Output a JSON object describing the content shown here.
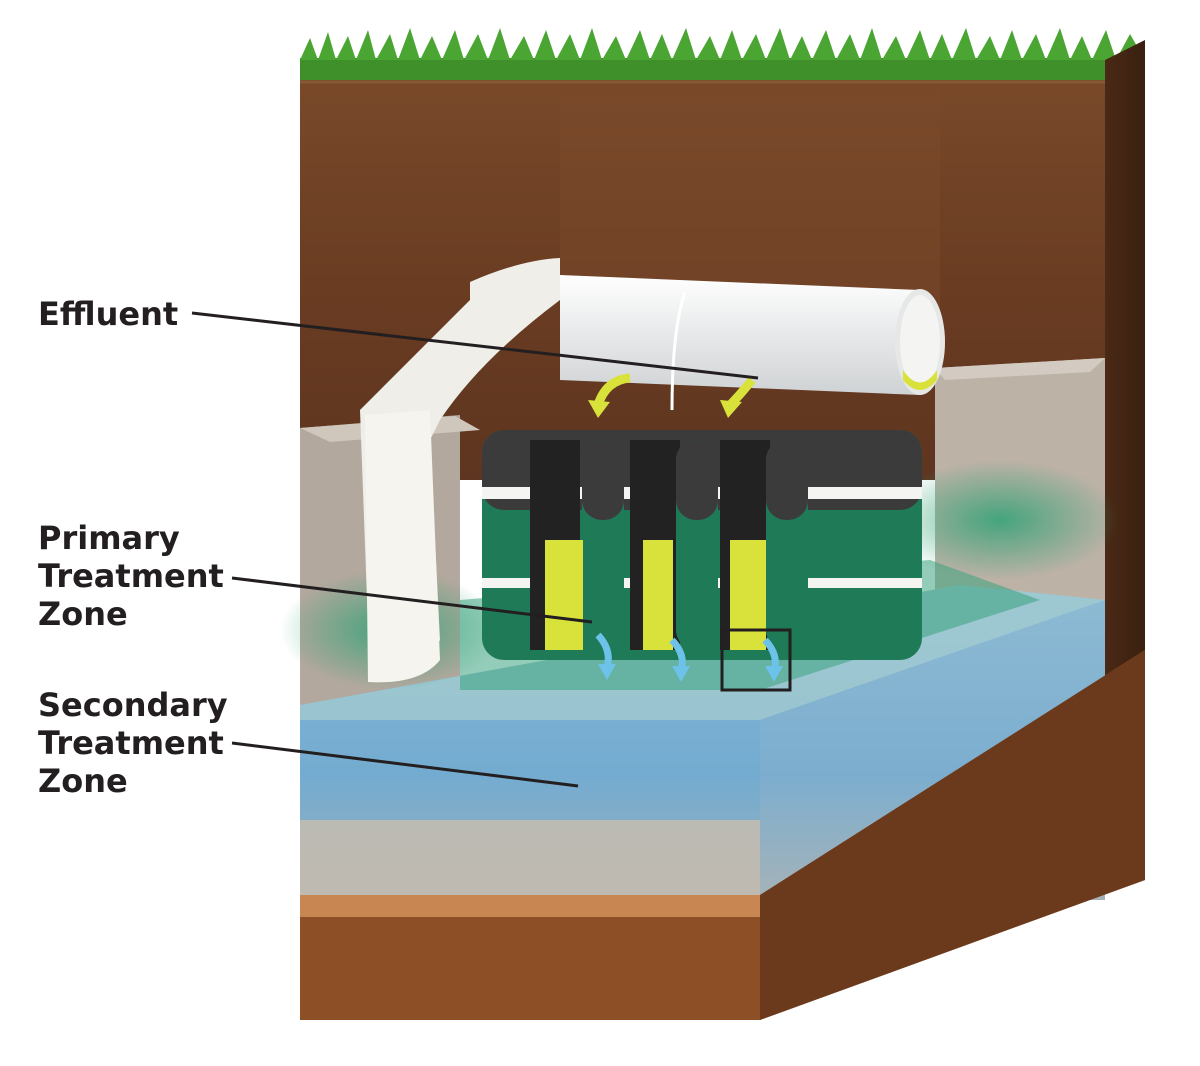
{
  "labels": {
    "effluent": [
      "Effluent"
    ],
    "primary": [
      "Primary",
      "Treatment",
      "Zone"
    ],
    "secondary": [
      "Secondary",
      "Treatment",
      "Zone"
    ]
  },
  "colors": {
    "topsoil": "#6b3d22",
    "grass": "#3f8f2a",
    "gravel": "#b8ada2",
    "sand": "#c9b8a3",
    "clay": "#9c5a2f",
    "primary_zone": "#2f9c70",
    "secondary_zone": "#6fa9cf",
    "fabric": "#efeee9",
    "pipe": "#f4f4f2",
    "effluent_liquid": "#d9e23a",
    "module_dark": "#3b3b3b",
    "module_green": "#1f7a58",
    "flow_arrow": "#6cc2e8",
    "line": "#231f20"
  }
}
